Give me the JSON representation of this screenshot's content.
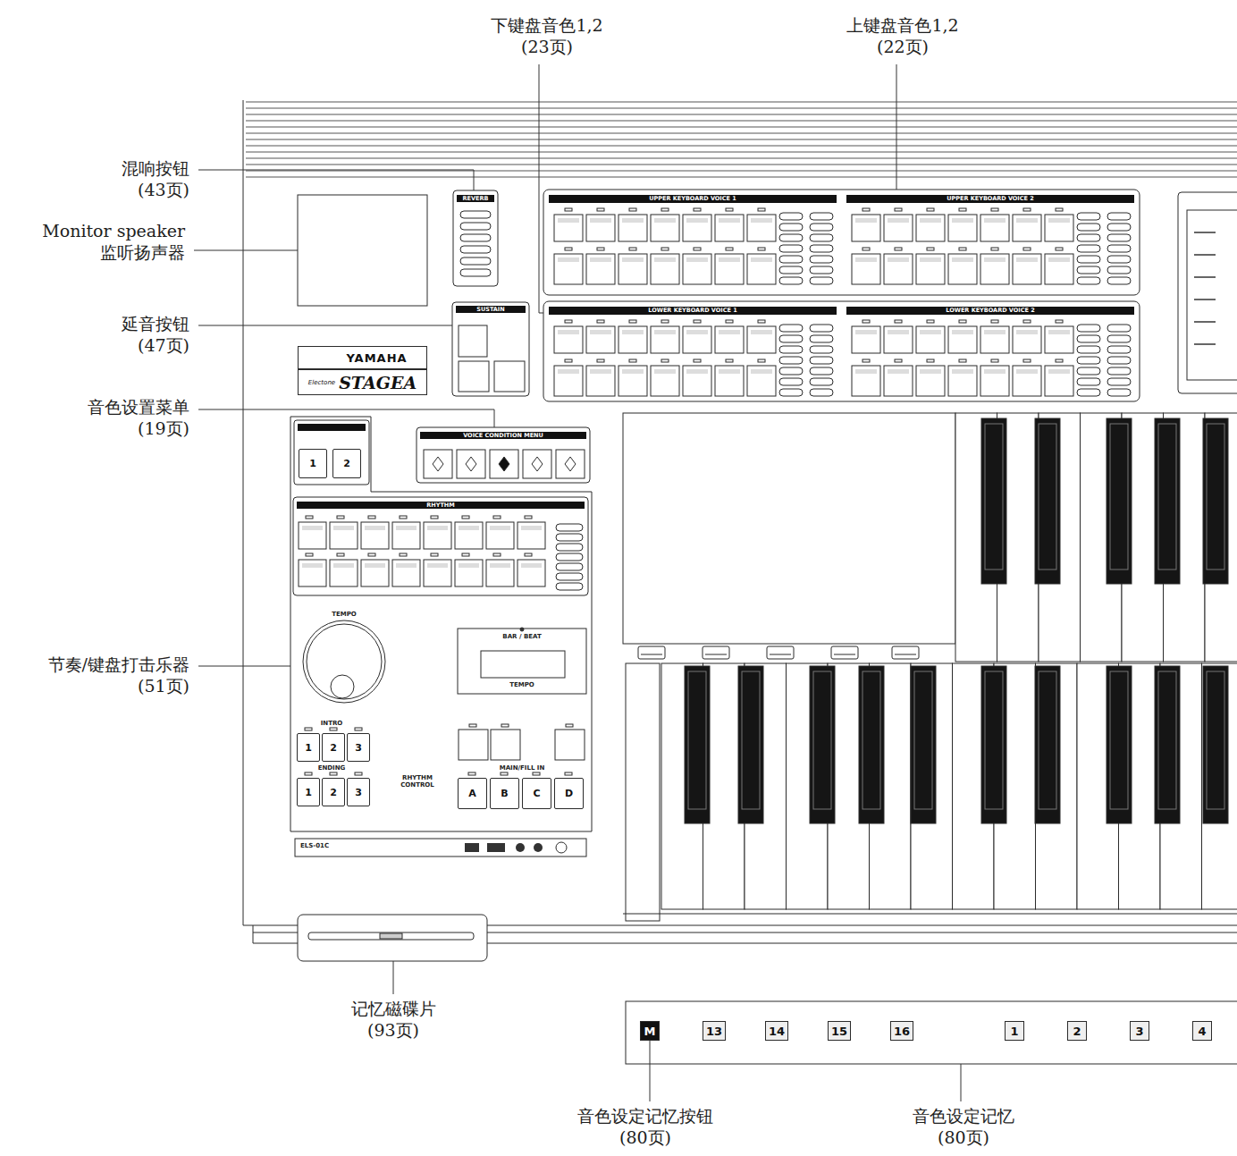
{
  "diagram": {
    "nodes": [
      {
        "text": [
          "YAMAHA"
        ]
      },
      {
        "text": [
          "Electone",
          "STAGEA"
        ]
      },
      {
        "text": [
          "1"
        ]
      },
      {
        "text": [
          "2"
        ]
      },
      {
        "text": [
          "1"
        ]
      },
      {
        "text": [
          "2"
        ]
      },
      {
        "text": [
          "3"
        ]
      },
      {
        "text": [
          "1"
        ]
      },
      {
        "text": [
          "2"
        ]
      },
      {
        "text": [
          "3"
        ]
      },
      {
        "text": [
          "A"
        ]
      },
      {
        "text": [
          "B"
        ]
      },
      {
        "text": [
          "C"
        ]
      },
      {
        "text": [
          "D"
        ]
      },
      {
        "text": [
          "M"
        ]
      },
      {
        "text": [
          "13"
        ]
      },
      {
        "text": [
          "14"
        ]
      },
      {
        "text": [
          "15"
        ]
      },
      {
        "text": [
          "16"
        ]
      },
      {
        "text": [
          "1"
        ]
      },
      {
        "text": [
          "2"
        ]
      },
      {
        "text": [
          "3"
        ]
      },
      {
        "text": [
          "4"
        ]
      }
    ],
    "labels": [
      "下键盘音色1,2 (23页)",
      "上键盘音色1,2 (22页)",
      "混响按钮 (43页)",
      "Monitor speaker 监听扬声器",
      "延音按钮 (47页)",
      "音色设置菜单 (19页)",
      "节奏/键盘打击乐器 (51页)",
      "记忆磁碟片 (93页)",
      "音色设定记忆按钮 (80页)",
      "音色设定记忆 (80页)",
      "REVERB",
      "SUSTAIN",
      "UPPER KEYBOARD VOICE 1",
      "UPPER KEYBOARD VOICE 2",
      "LOWER KEYBOARD VOICE 1",
      "LOWER KEYBOARD VOICE 2",
      "VOICE CONDITION MENU",
      "RHYTHM",
      "TEMPO",
      "BAR / BEAT",
      "TEMPO",
      "ELS-01C",
      "INTRO",
      "ENDING",
      "RHYTHM CONTROL",
      "MAIN/FILL IN"
    ]
  }
}
